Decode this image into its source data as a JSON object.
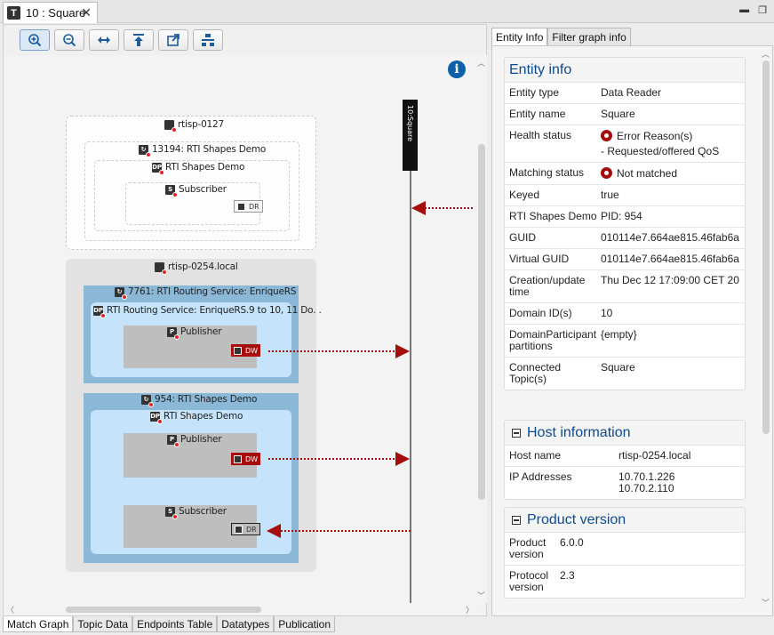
{
  "window": {
    "tab_title": "10 : Square",
    "tab_icon": "T",
    "close_glyph": "✕"
  },
  "toolbar": {
    "buttons": [
      {
        "name": "zoom-in",
        "icon": "zoom-in-icon"
      },
      {
        "name": "zoom-out",
        "icon": "zoom-out-icon"
      },
      {
        "name": "fit-width",
        "icon": "fit-width-icon"
      },
      {
        "name": "align-top",
        "icon": "align-top-icon"
      },
      {
        "name": "export",
        "icon": "export-icon"
      },
      {
        "name": "layout",
        "icon": "layout-icon"
      }
    ]
  },
  "graph": {
    "info_glyph": "i",
    "topic_label": "10:Square",
    "hosts": [
      {
        "name": "rtisp-0127",
        "style": "remote",
        "process": "13194: RTI Shapes Demo",
        "participant": "RTI Shapes Demo",
        "subscriber": "Subscriber",
        "reader": "DR"
      },
      {
        "name": "rtisp-0254.local",
        "style": "local",
        "processes": [
          {
            "name": "7761: RTI Routing Service: EnriqueRS",
            "participant": "RTI Routing Service: EnriqueRS.9 to 10, 11 Do. .",
            "publisher": "Publisher",
            "writer": "DW"
          },
          {
            "name": "954: RTI Shapes Demo",
            "participant": "RTI Shapes Demo",
            "publisher": "Publisher",
            "writer": "DW",
            "subscriber": "Subscriber",
            "reader": "DR"
          }
        ]
      }
    ],
    "colors": {
      "link": "#a60d0d",
      "process": "#8cb8d8",
      "participant": "#c5e3fb",
      "endpoint_group": "#bebebe"
    }
  },
  "panel": {
    "tabs": [
      "Entity Info",
      "Filter graph info"
    ],
    "active_tab": "Entity Info",
    "entity_info": {
      "title": "Entity info",
      "rows": [
        {
          "k": "Entity type",
          "v": "Data Reader"
        },
        {
          "k": "Entity name",
          "v": "Square"
        },
        {
          "k": "Health status",
          "v": "Error Reason(s)",
          "v2": "- Requested/offered QoS",
          "status": "error"
        },
        {
          "k": "Matching status",
          "v": "Not matched",
          "status": "error"
        },
        {
          "k": "Keyed",
          "v": "true"
        },
        {
          "k": "RTI Shapes Demo",
          "v": "PID: 954"
        },
        {
          "k": "GUID",
          "v": "010114e7.664ae815.46fab6a"
        },
        {
          "k": "Virtual GUID",
          "v": "010114e7.664ae815.46fab6a"
        },
        {
          "k": "Creation/update time",
          "v": "Thu Dec 12 17:09:00 CET 20"
        },
        {
          "k": "Domain ID(s)",
          "v": "10"
        },
        {
          "k": "DomainParticipant partitions",
          "v": "{empty}"
        },
        {
          "k": "Connected Topic(s)",
          "v": "Square"
        }
      ]
    },
    "host_info": {
      "title": "Host information",
      "rows": [
        {
          "k": "Host name",
          "v": "rtisp-0254.local"
        },
        {
          "k": "IP Addresses",
          "v": "10.70.1.226",
          "v2": "10.70.2.110"
        }
      ]
    },
    "product": {
      "title": "Product version",
      "rows": [
        {
          "k": "Product version",
          "v": "6.0.0"
        },
        {
          "k": "Protocol version",
          "v": "2.3"
        }
      ]
    }
  },
  "bottom_tabs": [
    "Match Graph",
    "Topic Data",
    "Endpoints Table",
    "Datatypes",
    "Publication"
  ],
  "active_bottom_tab": "Match Graph"
}
